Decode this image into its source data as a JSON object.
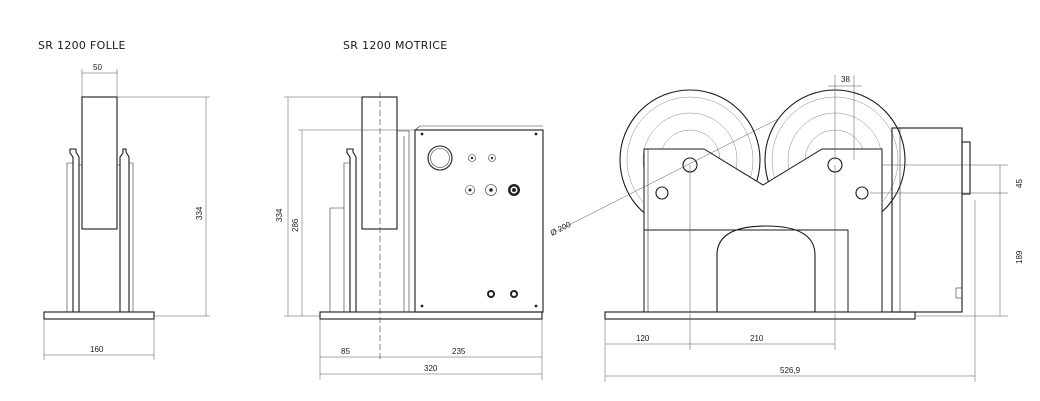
{
  "titles": {
    "folle": "SR 1200 FOLLE",
    "motrice": "SR 1200 MOTRICE"
  },
  "dimensions": {
    "folle_width_top": "50",
    "folle_height": "334",
    "folle_base": "160",
    "motrice_height": "334",
    "motrice_height_inner": "286",
    "motrice_left": "85",
    "motrice_right": "235",
    "motrice_total": "320",
    "wheel_offset": "38",
    "side_small": "45",
    "side_height": "189",
    "side_left": "120",
    "side_mid": "210",
    "side_total": "526,9",
    "diameter": "Ø 200"
  }
}
